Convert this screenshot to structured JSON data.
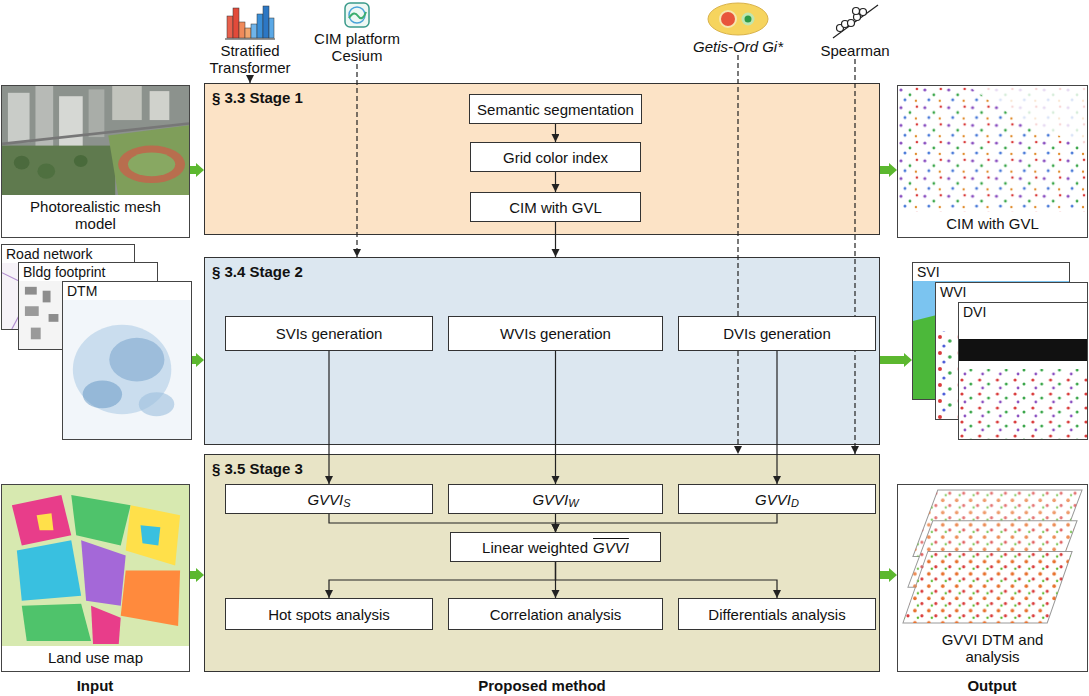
{
  "diagram": {
    "nodes": [
      {
        "text": [
          "Stratified Transformer"
        ]
      },
      {
        "text": [
          "CIM platform Cesium"
        ]
      },
      {
        "text": [
          "Getis-Ord Gi*"
        ]
      },
      {
        "text": [
          "Spearman"
        ]
      },
      {
        "text": [
          "Photorealistic mesh model"
        ]
      },
      {
        "text": [
          "Road network"
        ]
      },
      {
        "text": [
          "Bldg footprint"
        ]
      },
      {
        "text": [
          "DTM"
        ]
      },
      {
        "text": [
          "Land use map"
        ]
      },
      {
        "text": [
          "§ 3.3 Stage 1"
        ]
      },
      {
        "text": [
          "Semantic segmentation"
        ],
        "in": 9
      },
      {
        "text": [
          "Grid color index"
        ],
        "in": 9
      },
      {
        "text": [
          "CIM with GVL"
        ],
        "in": 9
      },
      {
        "text": [
          "§ 3.4 Stage 2"
        ]
      },
      {
        "text": [
          "SVIs generation"
        ],
        "in": 13
      },
      {
        "text": [
          "WVIs generation"
        ],
        "in": 13
      },
      {
        "text": [
          "DVIs generation"
        ],
        "in": 13
      },
      {
        "text": [
          "§ 3.5 Stage 3"
        ]
      },
      {
        "text": [
          "GVVI",
          "S"
        ],
        "in": 17
      },
      {
        "text": [
          "GVVI",
          "W"
        ],
        "in": 17
      },
      {
        "text": [
          "GVVI",
          "D"
        ],
        "in": 17
      },
      {
        "text": [
          "Linear weighted",
          "GVVI"
        ],
        "in": 17
      },
      {
        "text": [
          "Hot spots analysis"
        ],
        "in": 17
      },
      {
        "text": [
          "Correlation analysis"
        ],
        "in": 17
      },
      {
        "text": [
          "Differentials analysis"
        ],
        "in": 17
      },
      {
        "text": [
          "CIM with GVL"
        ]
      },
      {
        "text": [
          "SVI"
        ]
      },
      {
        "text": [
          "WVI"
        ]
      },
      {
        "text": [
          "DVI"
        ]
      },
      {
        "text": [
          "GVVI DTM and analysis"
        ]
      }
    ],
    "edges": [
      {
        "from": 0,
        "to": 9,
        "arrow": "to"
      },
      {
        "from": 1,
        "to": 13,
        "arrow": "to"
      },
      {
        "from": 2,
        "to": 17,
        "arrow": "to"
      },
      {
        "from": 3,
        "to": 17,
        "arrow": "to"
      },
      {
        "from": 4,
        "to": 9,
        "arrow": "to"
      },
      {
        "from": 9,
        "to": 25,
        "arrow": "to"
      },
      {
        "from": 7,
        "to": 13,
        "arrow": "to"
      },
      {
        "from": 13,
        "to": 26,
        "arrow": "to"
      },
      {
        "from": 8,
        "to": 17,
        "arrow": "to"
      },
      {
        "from": 17,
        "to": 29,
        "arrow": "to"
      },
      {
        "from": 10,
        "to": 11,
        "arrow": "to"
      },
      {
        "from": 11,
        "to": 12,
        "arrow": "to"
      },
      {
        "from": 12,
        "to": 13,
        "arrow": "to"
      },
      {
        "from": 14,
        "to": 18,
        "arrow": "to"
      },
      {
        "from": 15,
        "to": 19,
        "arrow": "to"
      },
      {
        "from": 16,
        "to": 20,
        "arrow": "to"
      },
      {
        "from": 18,
        "to": 21,
        "arrow": "to"
      },
      {
        "from": 19,
        "to": 21,
        "arrow": "to"
      },
      {
        "from": 20,
        "to": 21,
        "arrow": "to"
      },
      {
        "from": 21,
        "to": 22,
        "arrow": "to"
      },
      {
        "from": 21,
        "to": 23,
        "arrow": "to"
      },
      {
        "from": 21,
        "to": 24,
        "arrow": "to"
      }
    ],
    "labels": [
      "Input",
      "Proposed method",
      "Output"
    ]
  }
}
